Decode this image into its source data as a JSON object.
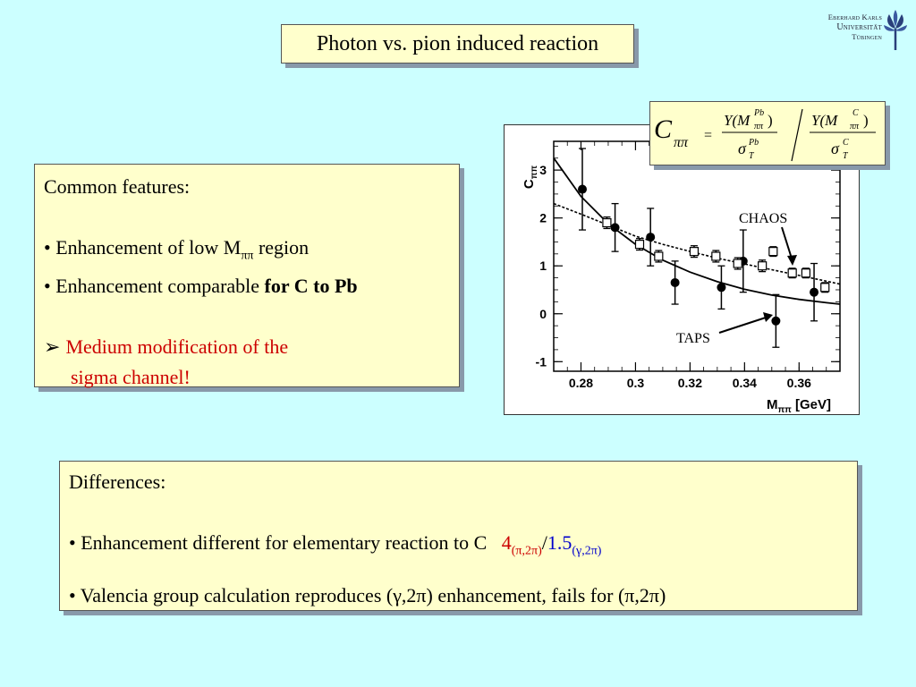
{
  "title": "Photon vs. pion induced reaction",
  "logo": {
    "line1": "Eberhard Karls",
    "line2": "Universität",
    "line3": "Tübingen"
  },
  "common": {
    "heading": "Common features:",
    "bullet1_pre": "• Enhancement of low M",
    "bullet1_sub": "ππ",
    "bullet1_post": " region",
    "bullet2_pre": "• Enhancement comparable ",
    "bullet2_bold": "for C to Pb",
    "conclusion_marker": "➢",
    "conclusion_line1": "Medium modification of the",
    "conclusion_line2": "sigma channel!"
  },
  "differences": {
    "heading": "Differences:",
    "bullet1": "• Enhancement different for elementary reaction to C",
    "val_pi": "4",
    "val_pi_sub": "(π,2π)",
    "slash": "/",
    "val_gamma": "1.5",
    "val_gamma_sub": "(γ,2π)",
    "bullet2": "• Valencia group calculation reproduces (γ,2π) enhancement, fails for (π,2π)"
  },
  "formula": {
    "lhs_main": "C",
    "lhs_sub": "ππ",
    "equals": "=",
    "num1": "Y(M",
    "num1_sup": "Pb",
    "num1_sub": "ππ",
    "num1_close": ")",
    "den1": "σ",
    "den1_sup": "Pb",
    "den1_sub": "T",
    "num2": "Y(M",
    "num2_sup": "C",
    "num2_sub": "ππ",
    "num2_close": ")",
    "den2": "σ",
    "den2_sup": "C",
    "den2_sub": "T"
  },
  "chart_data": {
    "type": "scatter",
    "ylabel_main": "C",
    "ylabel_sub": "ππ",
    "xlabel_main": "M",
    "xlabel_sub": "ππ",
    "xlabel_unit": "[GeV]",
    "xlim": [
      0.27,
      0.375
    ],
    "ylim": [
      -1.2,
      3.6
    ],
    "x_ticks": [
      0.28,
      0.3,
      0.32,
      0.34,
      0.36
    ],
    "x_tick_labels": [
      "0.28",
      "0.3",
      "0.32",
      "0.34",
      "0.36"
    ],
    "y_ticks": [
      -1,
      0,
      1,
      2,
      3
    ],
    "y_tick_labels": [
      "-1",
      "0",
      "1",
      "2",
      "3"
    ],
    "annotations": [
      {
        "text": "CHAOS",
        "series": "CHAOS"
      },
      {
        "text": "TAPS",
        "series": "TAPS"
      }
    ],
    "series": [
      {
        "name": "TAPS",
        "marker": "filled-circle",
        "points": [
          {
            "x": 0.2805,
            "y": 2.6,
            "err": 0.85
          },
          {
            "x": 0.2925,
            "y": 1.8,
            "err": 0.5
          },
          {
            "x": 0.3055,
            "y": 1.6,
            "err": 0.6
          },
          {
            "x": 0.3145,
            "y": 0.65,
            "err": 0.45
          },
          {
            "x": 0.3315,
            "y": 0.55,
            "err": 0.45
          },
          {
            "x": 0.3395,
            "y": 1.1,
            "err": 0.65
          },
          {
            "x": 0.3515,
            "y": -0.15,
            "err": 0.55
          },
          {
            "x": 0.3655,
            "y": 0.45,
            "err": 0.6
          }
        ]
      },
      {
        "name": "CHAOS",
        "marker": "open-square",
        "points": [
          {
            "x": 0.2895,
            "y": 1.9,
            "err": 0.12
          },
          {
            "x": 0.3015,
            "y": 1.45,
            "err": 0.12
          },
          {
            "x": 0.3085,
            "y": 1.2,
            "err": 0.12
          },
          {
            "x": 0.3215,
            "y": 1.3,
            "err": 0.12
          },
          {
            "x": 0.3295,
            "y": 1.2,
            "err": 0.12
          },
          {
            "x": 0.3375,
            "y": 1.05,
            "err": 0.12
          },
          {
            "x": 0.3465,
            "y": 1.0,
            "err": 0.12
          },
          {
            "x": 0.3505,
            "y": 1.3,
            "err": 0.1
          },
          {
            "x": 0.3575,
            "y": 0.85,
            "err": 0.1
          },
          {
            "x": 0.3625,
            "y": 0.85,
            "err": 0.1
          },
          {
            "x": 0.3695,
            "y": 0.55,
            "err": 0.1
          }
        ]
      }
    ],
    "curves": [
      {
        "style": "solid",
        "x": [
          0.27,
          0.28,
          0.29,
          0.3,
          0.31,
          0.32,
          0.33,
          0.34,
          0.35,
          0.36,
          0.37,
          0.375
        ],
        "y": [
          3.25,
          2.45,
          1.88,
          1.45,
          1.12,
          0.87,
          0.67,
          0.51,
          0.39,
          0.3,
          0.23,
          0.2
        ]
      },
      {
        "style": "dotted",
        "x": [
          0.27,
          0.28,
          0.29,
          0.3,
          0.31,
          0.32,
          0.33,
          0.34,
          0.35,
          0.36,
          0.37,
          0.375
        ],
        "y": [
          2.3,
          2.08,
          1.85,
          1.62,
          1.45,
          1.3,
          1.16,
          1.04,
          0.92,
          0.8,
          0.68,
          0.62
        ]
      }
    ]
  }
}
